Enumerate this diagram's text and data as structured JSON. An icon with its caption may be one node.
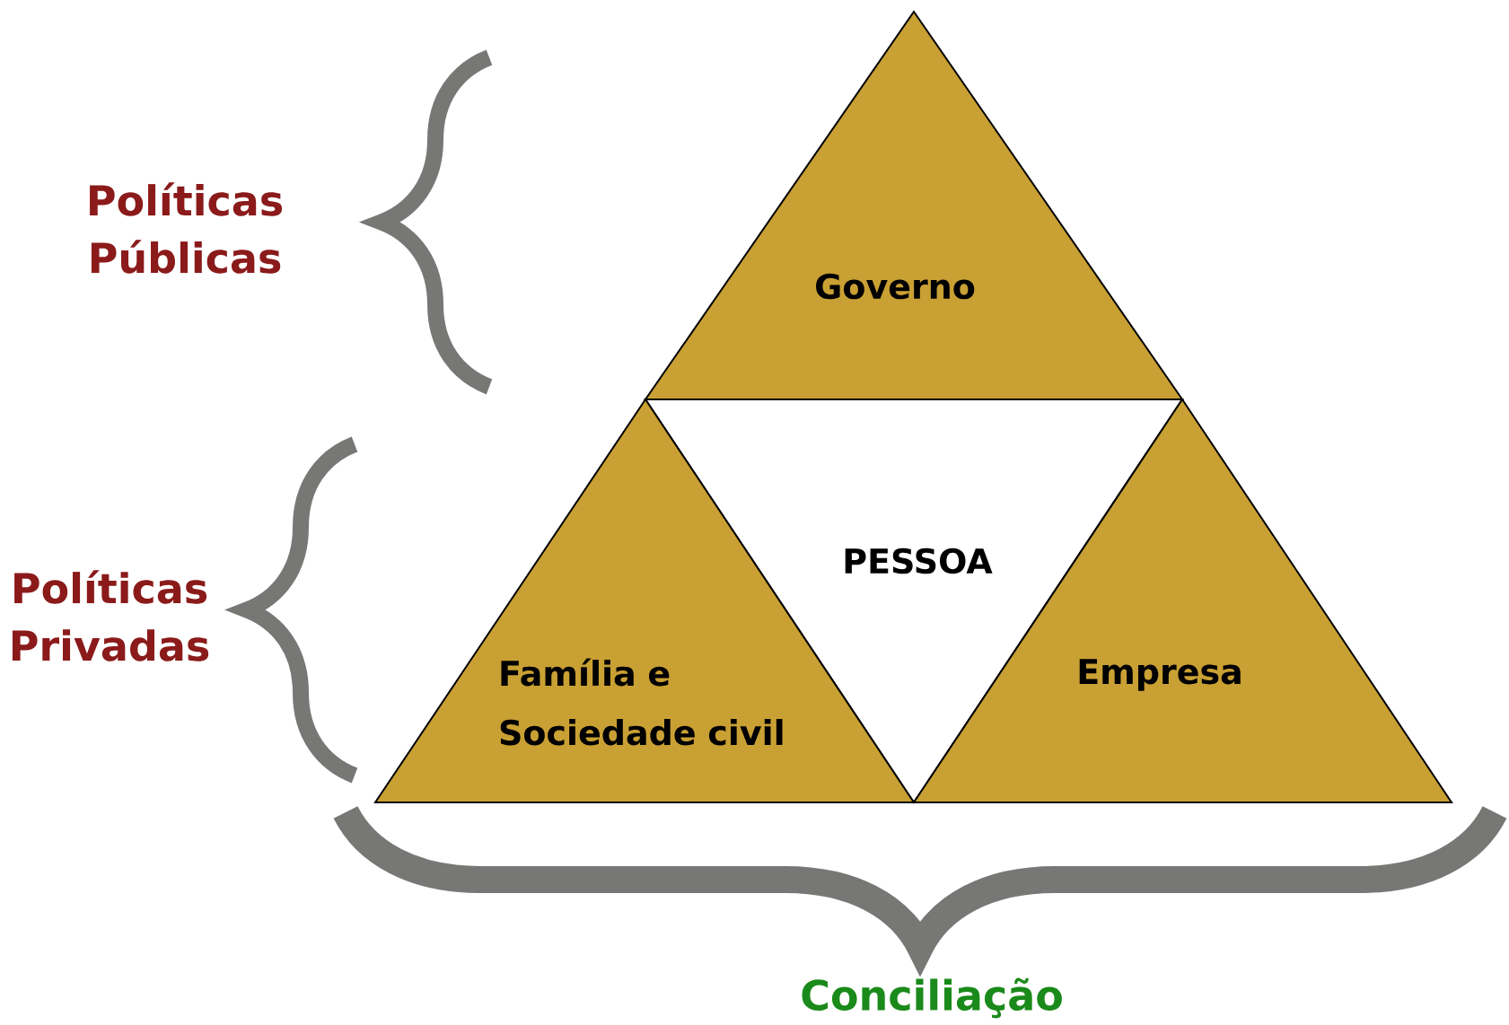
{
  "diagram": {
    "nodes": [
      {
        "text": [
          "Governo"
        ]
      },
      {
        "text": [
          "PESSOA"
        ]
      },
      {
        "text": [
          "Família e Sociedade civil"
        ]
      },
      {
        "text": [
          "Empresa"
        ]
      }
    ],
    "labels": [
      "Políticas Públicas",
      "Políticas Privadas",
      "Conciliação"
    ]
  }
}
